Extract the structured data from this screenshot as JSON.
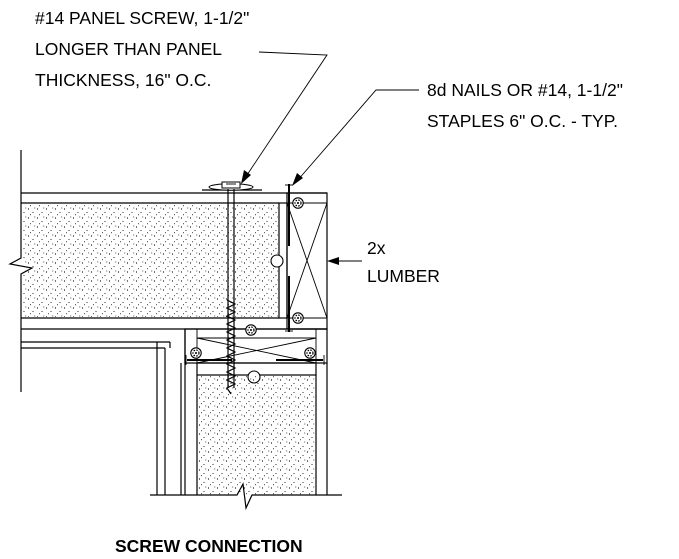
{
  "diagram": {
    "title": "SCREW CONNECTION",
    "callouts": {
      "screw": {
        "line1": "#14 PANEL SCREW, 1-1/2\"",
        "line2": "LONGER THAN PANEL",
        "line3": "THICKNESS, 16\" O.C."
      },
      "nails": {
        "line1": "8d NAILS OR #14, 1-1/2\"",
        "line2": "STAPLES 6\" O.C. - TYP."
      },
      "lumber": {
        "line1": "2x",
        "line2": "LUMBER"
      }
    }
  }
}
